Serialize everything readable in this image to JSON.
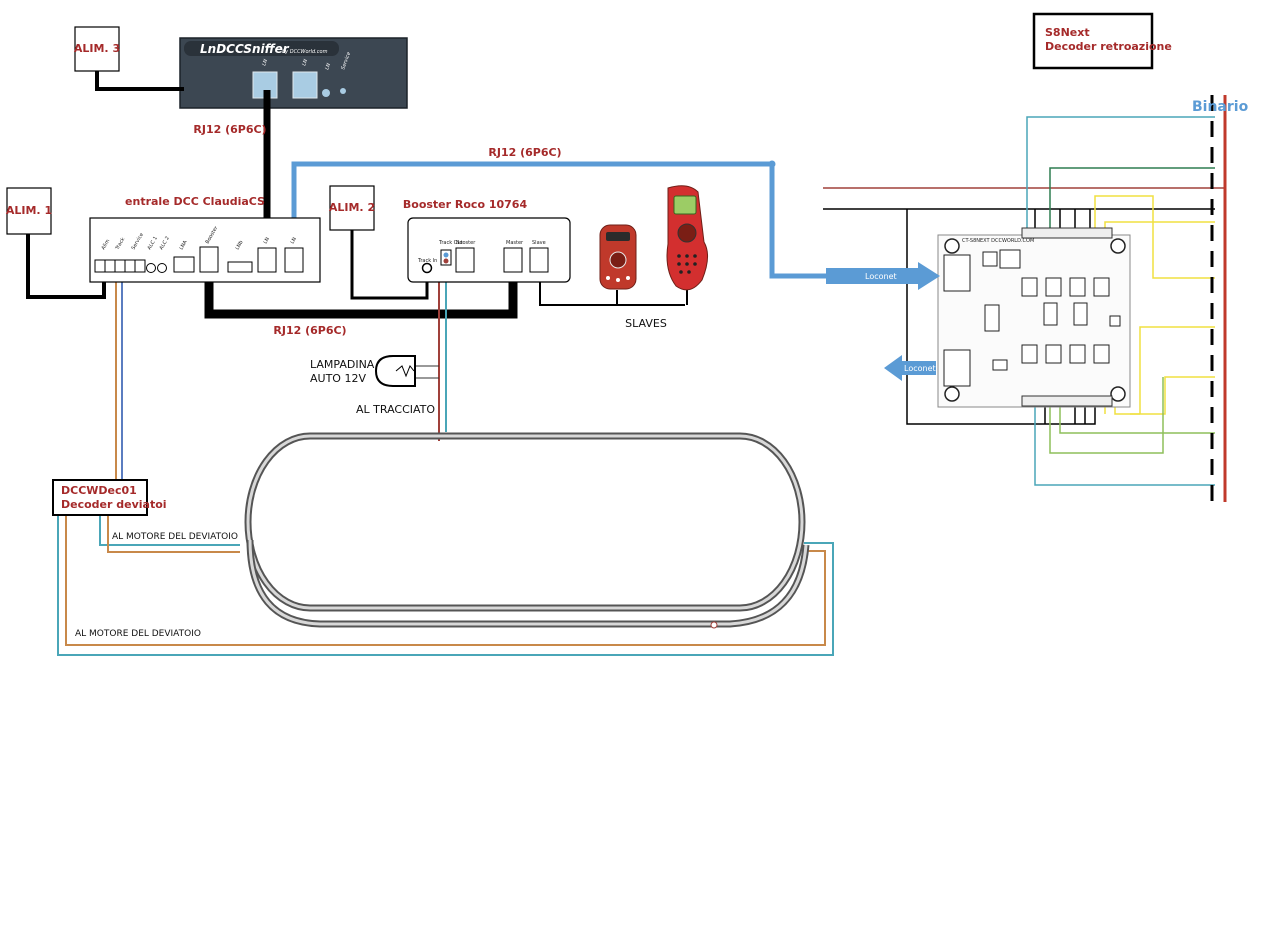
{
  "power_supplies": {
    "alim1": "ALIM. 1",
    "alim2": "ALIM. 2",
    "alim3": "ALIM. 3"
  },
  "sniffer": {
    "brand": "LnDCCSniffer",
    "brand_sub": "by DCCWorld.com",
    "ports": [
      "LN",
      "LN",
      "LN",
      "Service"
    ]
  },
  "central": {
    "title": "entrale DCC ClaudiaCS",
    "ports": [
      "Alim",
      "Track",
      "Service",
      "ALC 1",
      "ALC 2",
      "LNA",
      "Booster",
      "LNb",
      "LN",
      "LN"
    ]
  },
  "booster": {
    "title": "Booster Roco 10764",
    "ports": [
      "Track In",
      "Track Out",
      "Booster",
      "Master",
      "Slave"
    ]
  },
  "cables": {
    "rj12_top": "RJ12 (6P6C)",
    "rj12_center": "RJ12 (6P6C)",
    "rj12_bottom": "RJ12 (6P6C)"
  },
  "slaves_label": "SLAVES",
  "lamp": {
    "line1": "LAMPADINA",
    "line2": "AUTO 12V"
  },
  "track_label": "AL TRACCIATO",
  "switch_decoder": {
    "line1": "DCCWDec01",
    "line2": "Decoder deviatoi"
  },
  "motor_labels": {
    "upper": "AL MOTORE DEL DEVIATOIO",
    "lower": "AL MOTORE DEL DEVIATOIO"
  },
  "feedback_decoder": {
    "line1": "S8Next",
    "line2": "Decoder retroazione",
    "pcb_text": "CT-S8NEXT DCCWORLD.COM",
    "loconet_in": "Loconet",
    "loconet_out": "Loconet"
  },
  "binario_label": "Binario",
  "colors": {
    "loconet_blue": "#5b9bd5",
    "label_red": "#a52a2a",
    "rail_red": "#c0392b",
    "wire_orange": "#c8894a",
    "wire_teal": "#4aa6b8",
    "wire_yellow": "#f0e040",
    "wire_green": "#8dbf5a",
    "wire_darkgreen": "#2e7d50"
  }
}
